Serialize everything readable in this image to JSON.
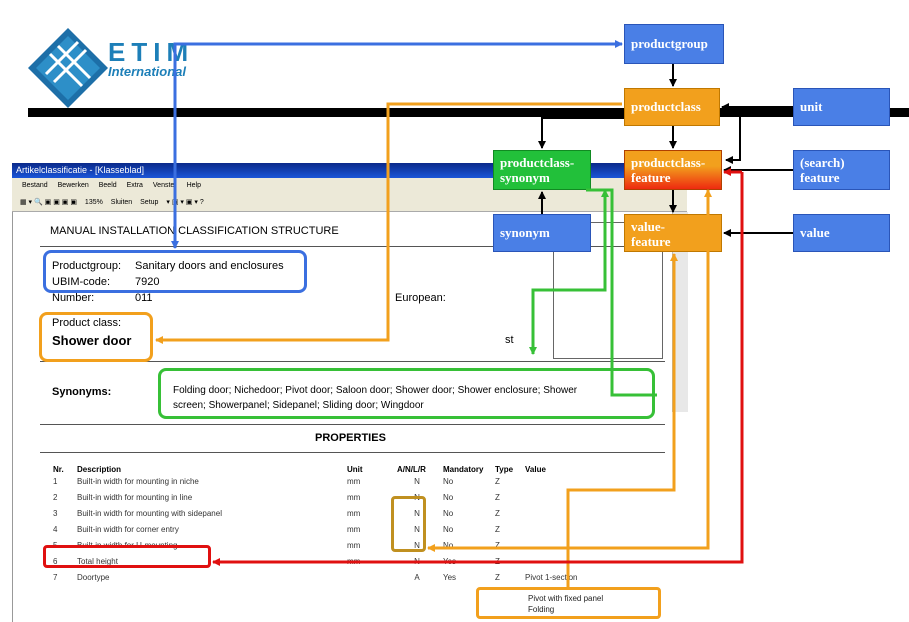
{
  "logo": {
    "line1": "ETIM",
    "line2": "International"
  },
  "window": {
    "title": "Artikelclassificatie - [Klasseblad]",
    "menu": [
      "Bestand",
      "Bewerken",
      "Beeld",
      "Extra",
      "Venster",
      "Help"
    ],
    "toolbar": [
      "135%",
      "Sluiten",
      "Setup"
    ]
  },
  "doc": {
    "heading": "MANUAL INSTALLATION CLASSIFICATION STRUCTURE",
    "productgroup_label": "Productgroup:",
    "productgroup_value": "Sanitary doors and enclosures",
    "ubim_label": "UBIM-code:",
    "ubim_value": "7920",
    "number_label": "Number:",
    "number_value": "011",
    "european_label": "European:",
    "productclass_label": "Product class:",
    "productclass_value": "Shower door",
    "st_text": "st",
    "synonyms_label": "Synonyms:",
    "synonyms_value_line1": "Folding door; Nichedoor; Pivot door; Saloon door; Shower door; Shower enclosure; Shower",
    "synonyms_value_line2": "screen; Showerpanel; Sidepanel; Sliding door; Wingdoor",
    "properties_title": "PROPERTIES"
  },
  "table": {
    "headers": [
      "Nr.",
      "Description",
      "Unit",
      "A/N/L/R",
      "Mandatory",
      "Type",
      "Value"
    ],
    "rows": [
      [
        "1",
        "Built-in width for mounting in niche",
        "mm",
        "N",
        "No",
        "Z",
        ""
      ],
      [
        "2",
        "Built-in width for mounting in line",
        "mm",
        "N",
        "No",
        "Z",
        ""
      ],
      [
        "3",
        "Built-in width for mounting with sidepanel",
        "mm",
        "N",
        "No",
        "Z",
        ""
      ],
      [
        "4",
        "Built-in width for corner entry",
        "mm",
        "N",
        "No",
        "Z",
        ""
      ],
      [
        "5",
        "Built-in width for U-mounting",
        "mm",
        "N",
        "No",
        "Z",
        ""
      ],
      [
        "6",
        "Total height",
        "mm",
        "N",
        "Yes",
        "Z",
        ""
      ],
      [
        "7",
        "Doortype",
        "",
        "A",
        "Yes",
        "Z",
        "Pivot 1-section"
      ]
    ],
    "value_options": [
      "Pivot with fixed panel",
      "Folding"
    ]
  },
  "diagram": {
    "productgroup": "productgroup",
    "productclass": "productclass",
    "unit": "unit",
    "productclass_synonym_1": "productclass-",
    "productclass_synonym_2": "synonym",
    "productclass_feature_1": "productclass-",
    "productclass_feature_2": "feature",
    "search_feature_1": "(search)",
    "search_feature_2": "feature",
    "synonym": "synonym",
    "value_feature_1": "value-",
    "value_feature_2": "feature",
    "value": "value"
  },
  "colors": {
    "blue": "#4a7fe6",
    "orange": "#f2a01d",
    "green": "#22c03a",
    "red": "#e01010"
  }
}
